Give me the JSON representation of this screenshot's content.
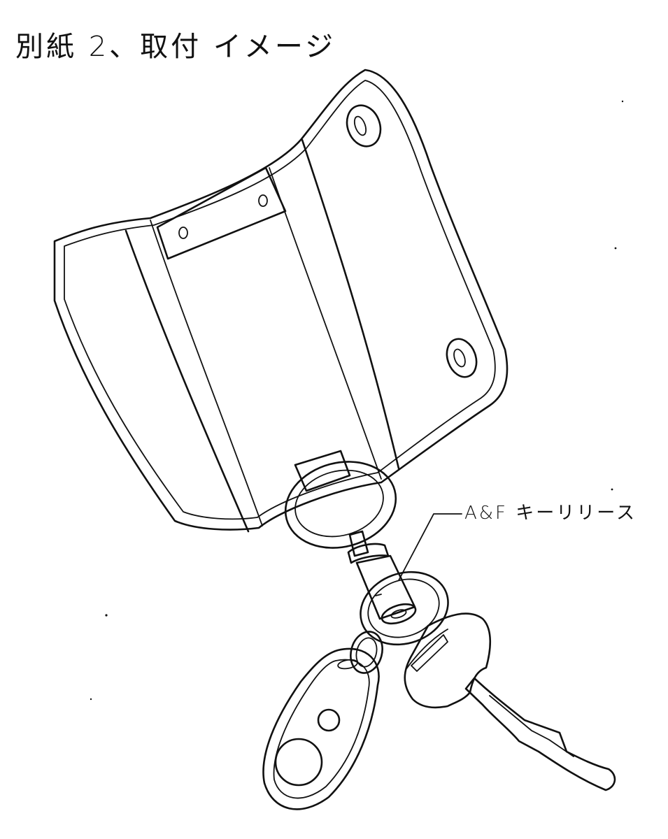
{
  "title": "別紙 2、取付 イメージ",
  "callout": {
    "label": "A&F キーリリース"
  },
  "icons": {
    "key_case": "key-case-illustration",
    "snap": "snap-button-icon",
    "ring": "split-ring-icon",
    "release": "key-release-icon",
    "remote": "remote-fob-icon",
    "key": "car-key-icon"
  },
  "colors": {
    "ink": "#111111",
    "paper": "#ffffff"
  }
}
